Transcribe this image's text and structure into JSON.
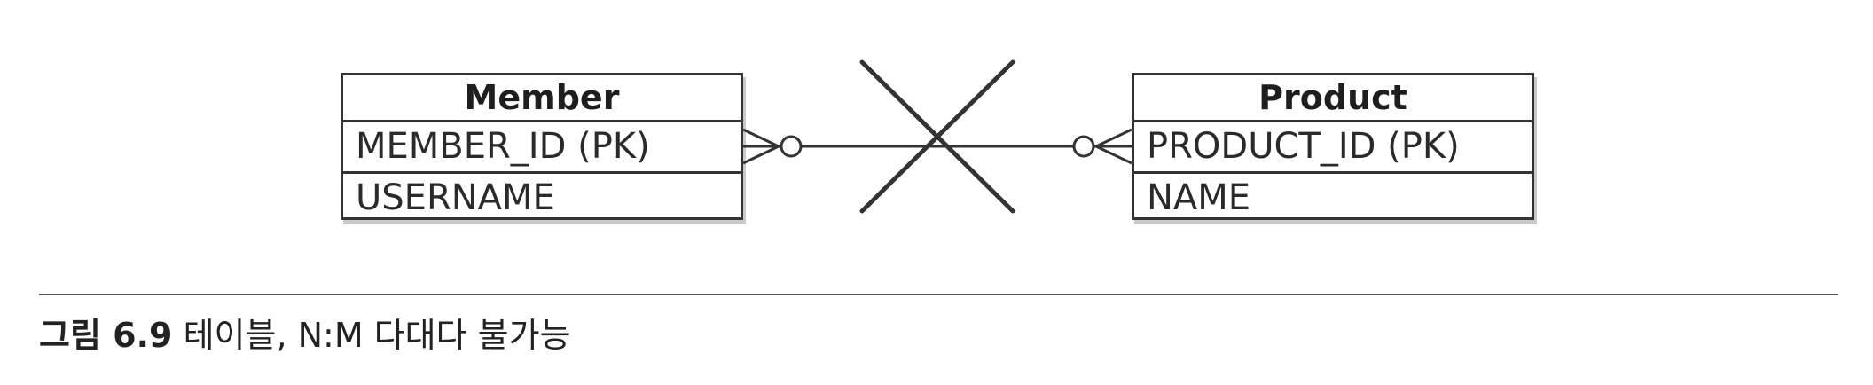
{
  "entities": {
    "member": {
      "title": "Member",
      "rows": [
        "MEMBER_ID (PK)",
        "USERNAME"
      ]
    },
    "product": {
      "title": "Product",
      "rows": [
        "PRODUCT_ID (PK)",
        "NAME"
      ]
    }
  },
  "relationship": {
    "type": "many-to-many",
    "status": "not-allowed",
    "symbol": "x-mark-icon"
  },
  "caption": {
    "label": "그림 6.9",
    "text": "테이블, N:M 다대다 불가능"
  }
}
